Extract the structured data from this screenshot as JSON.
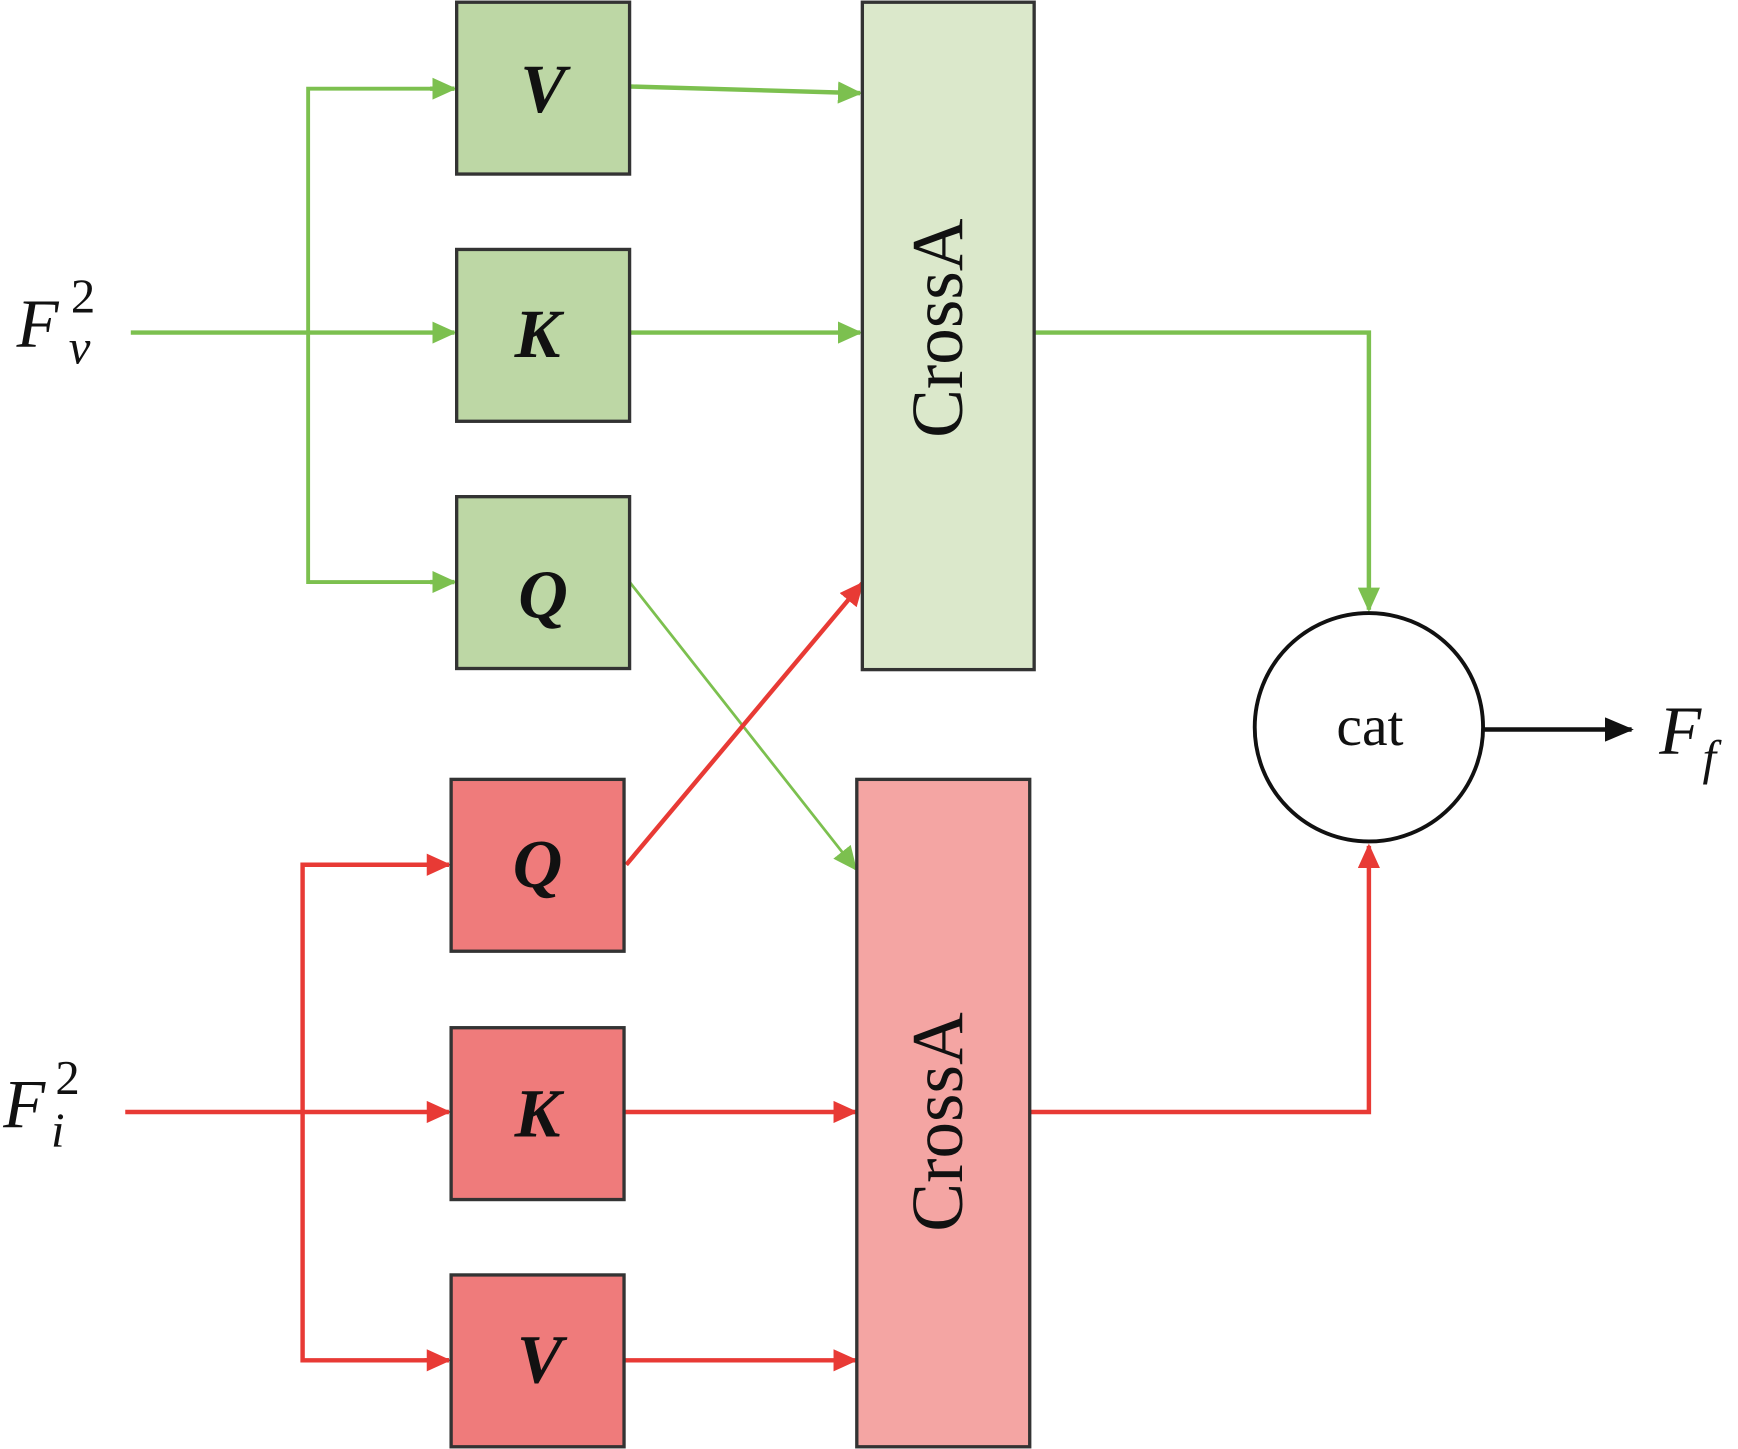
{
  "inputs": {
    "visible": {
      "base": "F",
      "sub": "v",
      "sup": "2"
    },
    "infrared": {
      "base": "F",
      "sub": "i",
      "sup": "2"
    }
  },
  "output": {
    "base": "F",
    "sub": "f"
  },
  "top_branch": {
    "v": "V",
    "k": "K",
    "q": "Q",
    "block": "CrossA"
  },
  "bottom_branch": {
    "q": "Q",
    "k": "K",
    "v": "V",
    "block": "CrossA"
  },
  "fusion": {
    "label": "cat"
  },
  "colors": {
    "green_line": "#7cc04f",
    "green_box": "#bdd7a5",
    "green_block": "#dbe8cb",
    "red_line": "#e83a35",
    "red_box": "#ef7b7b",
    "red_block": "#f4a5a3",
    "border": "#333333"
  }
}
